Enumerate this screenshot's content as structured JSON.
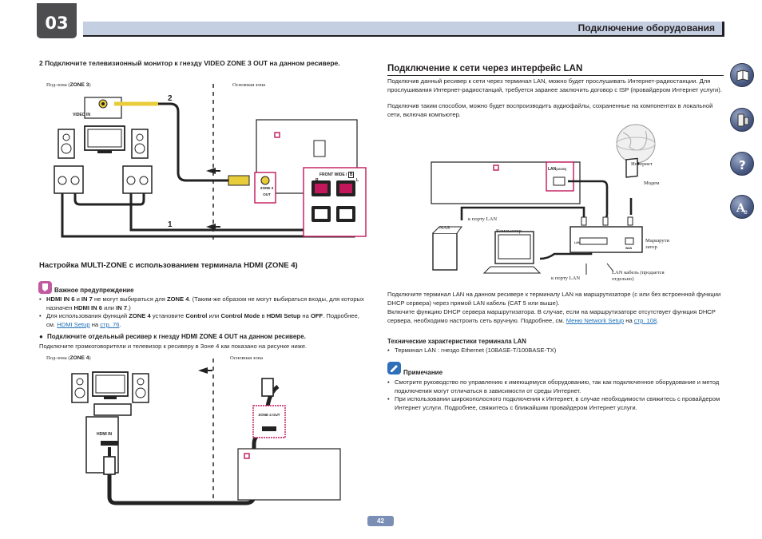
{
  "header": {
    "chapter": "03",
    "title": "Подключение оборудования"
  },
  "left": {
    "step_heading": "2   Подключите телевизионный монитор к гнезду VIDEO ZONE 3 OUT на данном ресивере.",
    "diagram1": {
      "sub_zone_label_prefix": "Под-зона (",
      "sub_zone_label_bold": "ZONE 3",
      "sub_zone_label_suffix": ")",
      "main_zone_label": "Основная зона",
      "video_in": "VIDEO IN",
      "zone3_out": "ZONE 3 OUT",
      "front_wide": "FRONT WIDE /",
      "front_wide_b": "B",
      "r": "R",
      "l": "L",
      "num1": "1",
      "num2": "2"
    },
    "section_heading": "Настройка MULTI-ZONE с использованием терминала HDMI (ZONE 4)",
    "important_label": "Важное предупреждение",
    "bullet1_parts": [
      "HDMI IN 6",
      " и ",
      "IN 7",
      " не могут выбираться для ",
      "ZONE 4",
      ". (Таким-же образом не могут выбираться входы, для которых назначен ",
      "HDMI IN 6",
      " или ",
      "IN 7",
      ".)"
    ],
    "bullet2_parts": [
      "Для использования функций ",
      "ZONE 4",
      " установите ",
      "Control",
      " или ",
      "Control Mode",
      " в ",
      "HDMI Setup",
      " на ",
      "OFF",
      ". Подробнее, см. "
    ],
    "bullet2_link": "HDMI Setup",
    "bullet2_on": " на ",
    "bullet2_page": "стр. 76",
    "bullet2_end": ".",
    "connect_heading": "Подключите отдельный ресивер к гнезду HDMI ZONE 4 OUT на данном ресивере.",
    "connect_text": "Подключите громкоговорители и телевизор к ресиверу в Зоне 4 как показано на рисунке ниже.",
    "diagram2": {
      "sub_zone_label_prefix": "Под-зона (",
      "sub_zone_label_bold": "ZONE 4",
      "sub_zone_label_suffix": ")",
      "main_zone_label": "Основная зона",
      "hdmi_in": "HDMI IN",
      "zone4_out": "ZONE 4 OUT"
    }
  },
  "right": {
    "title": "Подключение к сети через интерфейс LAN",
    "intro1": "Подключив данный ресивер к сети через терминал LAN, можно будет прослушивать Интернет-радиостанции. Для прослушивания Интернет-радиостанций, требуется заранее заключить договор с ISP (провайдером Интернет услуги).",
    "intro2": "Подключив таким способом, можно будет воспроизводить аудиофайлы, сохраненные на компонентах в локальной сети, включая компьютер.",
    "diagram": {
      "lan_port": "LAN",
      "lan_port_sub": "(10/100)",
      "internet": "Интернет",
      "modem": "Модем",
      "lan_port_label": "к порту LAN",
      "nas": "NAS",
      "computer": "Компьютер",
      "router": "Маршрути затор",
      "router_lan": "LAN",
      "router_wan": "WAN",
      "lan_cable": "LAN кабель (продается отдельно)",
      "lan_port_label2": "к порту LAN"
    },
    "body1": "Подключите терминал LAN на данном ресивере к терминалу LAN на маршрутизаторе (с или без встроенной функции DHCP сервера) через прямой LAN кабель (CAT 5 или выше).",
    "body2_start": "Включите функцию DHCP сервера маршрутизатора. В случае, если на маршрутизаторе отсутствует функция DHCP сервера, необходимо настроить сеть вручную. Подробнее, см. ",
    "body2_link": "Меню Network Setup",
    "body2_on": " на ",
    "body2_page": "стр. 108",
    "body2_end": ".",
    "spec_heading": "Технические характеристики терминала LAN",
    "spec_item": "Терминал LAN : гнездо Ethernet (10BASE-T/100BASE-TX)",
    "note_label": "Примечание",
    "note1": "Смотрите руководство по управлению к имеющемуся оборудованию, так как подключенное оборудование и метод подключения могут отличаться в зависимости от среды Интернет.",
    "note2": "При использовании широкополосного подключения к Интернет, в случае необходимости свяжитесь с провайдером Интернет услуги. Подробнее, свяжитесь с ближайшим провайдером Интернет услуги."
  },
  "footer": {
    "page": "42"
  }
}
